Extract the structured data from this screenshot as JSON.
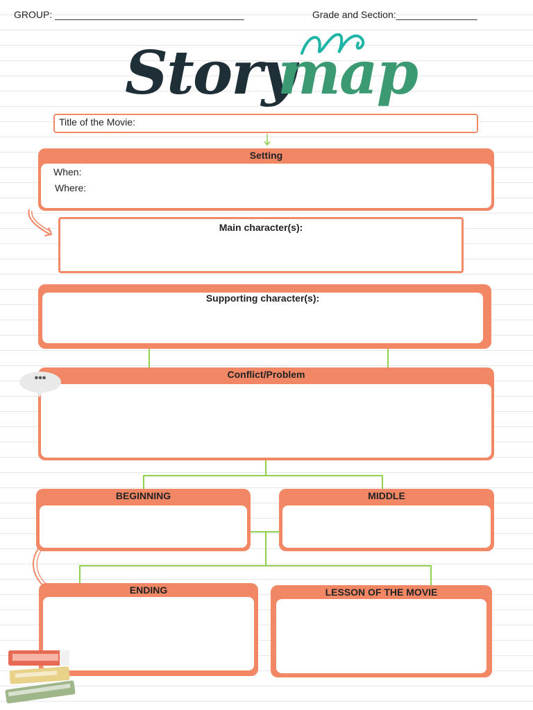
{
  "header": {
    "group_label": "GROUP: ___________________________________",
    "grade_label": "Grade and Section:_______________"
  },
  "brand": {
    "word1": "Story",
    "word2": "map",
    "colors": {
      "dark": "#1f2f38",
      "green": "#3c9a72",
      "teal": "#1fb5a6",
      "accent": "#f28766",
      "connector": "#8fd14f"
    }
  },
  "title_field": {
    "label": "Title of the Movie:"
  },
  "setting": {
    "heading": "Setting",
    "when": "When:",
    "where": "Where:"
  },
  "main_characters": {
    "heading": "Main character(s):"
  },
  "supporting_characters": {
    "heading": "Supporting character(s):"
  },
  "conflict": {
    "heading": "Conflict/Problem"
  },
  "beginning": {
    "heading": "BEGINNING"
  },
  "middle": {
    "heading": "MIDDLE"
  },
  "ending": {
    "heading": "ENDING"
  },
  "lesson": {
    "heading": "LESSON OF THE MOVIE"
  },
  "speech_bubble": {
    "text": "•••"
  },
  "decor": {
    "books_icon": "books-stack-icon",
    "arrow_icon": "curved-arrow-icon"
  }
}
